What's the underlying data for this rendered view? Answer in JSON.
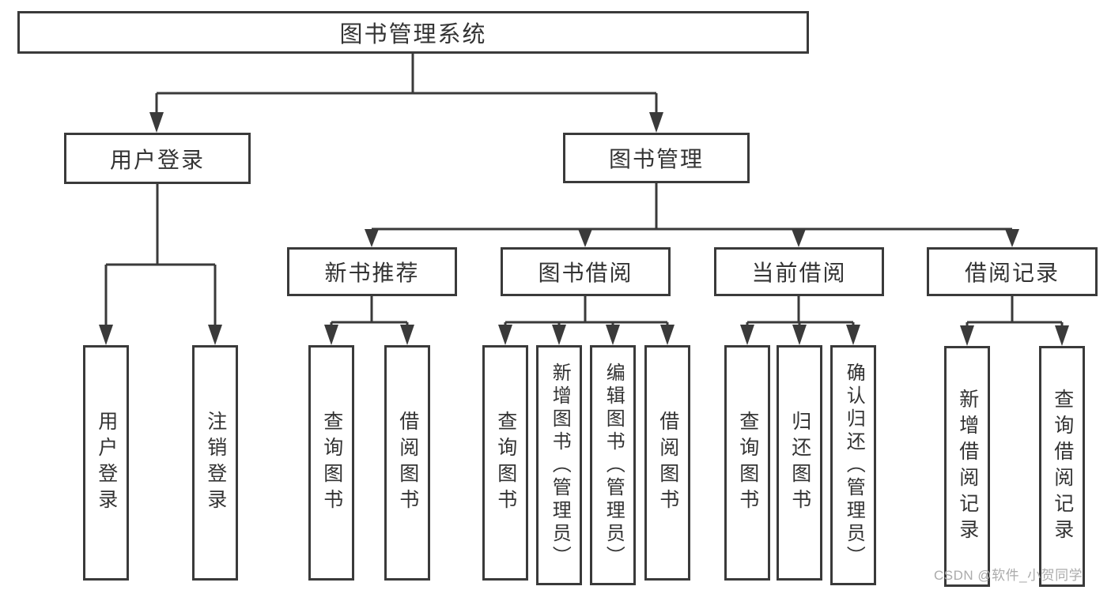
{
  "colors": {
    "line": "#3a3a3a",
    "text": "#333333",
    "background": "#ffffff",
    "watermark": "#ababab"
  },
  "diagram": {
    "root": {
      "label": "图书管理系统"
    },
    "level2": [
      {
        "label": "用户登录"
      },
      {
        "label": "图书管理"
      }
    ],
    "level3": [
      {
        "label": "新书推荐"
      },
      {
        "label": "图书借阅"
      },
      {
        "label": "当前借阅"
      },
      {
        "label": "借阅记录"
      }
    ],
    "leaves": [
      {
        "label": "用户登录"
      },
      {
        "label": "注销登录"
      },
      {
        "label": "查询图书"
      },
      {
        "label": "借阅图书"
      },
      {
        "label": "查询图书"
      },
      {
        "label": "新增图书（管理员）"
      },
      {
        "label": "编辑图书（管理员）"
      },
      {
        "label": "借阅图书"
      },
      {
        "label": "查询图书"
      },
      {
        "label": "归还图书"
      },
      {
        "label": "确认归还（管理员）"
      },
      {
        "label": "新增借阅记录"
      },
      {
        "label": "查询借阅记录"
      }
    ]
  },
  "watermark": "CSDN @软件_小贺同学"
}
